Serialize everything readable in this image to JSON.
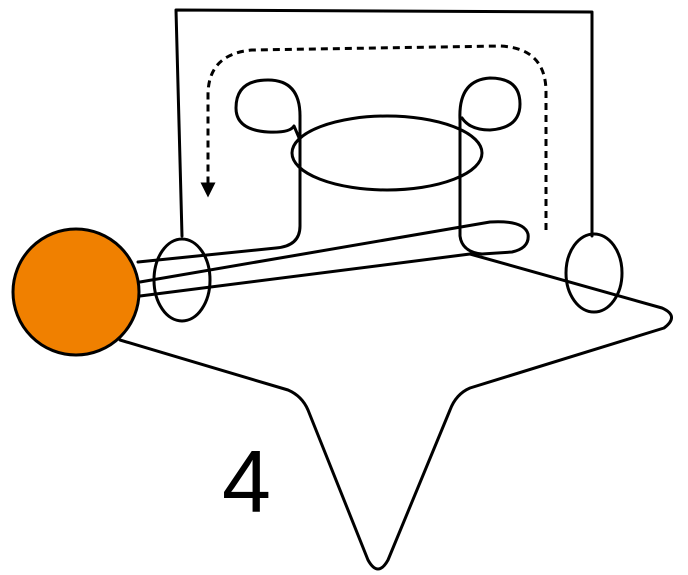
{
  "diagram": {
    "step_number": "4",
    "colors": {
      "line": "#000000",
      "bead": "#f08000",
      "background": "#ffffff"
    },
    "elements": [
      "rectangular-outer-frame",
      "dashed-direction-arrow",
      "left-small-loop",
      "right-small-loop",
      "center-horizontal-loop",
      "left-side-ring",
      "right-side-ring",
      "star-base-shape",
      "orange-bead"
    ]
  }
}
